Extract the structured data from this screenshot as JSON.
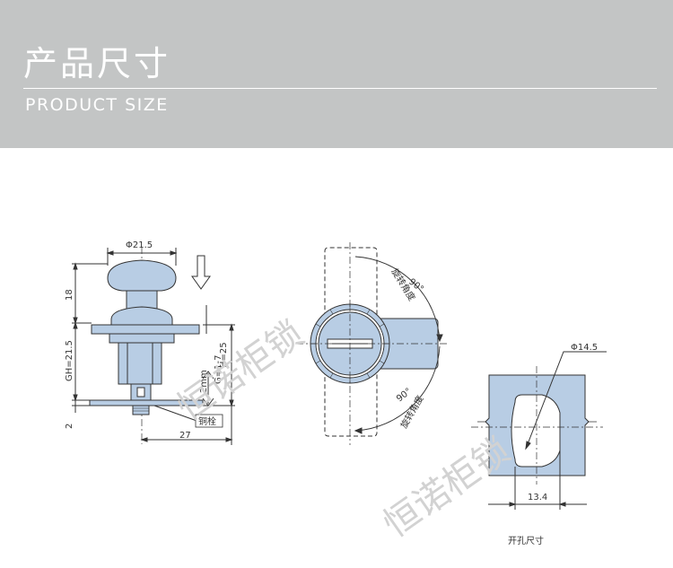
{
  "header": {
    "title_cn": "产品尺寸",
    "title_en": "PRODUCT SIZE"
  },
  "side_view": {
    "dim_top_diameter": "Φ21.5",
    "dim_top_height": "18",
    "dim_gh": "GH=21.5",
    "dim_bottom": "2",
    "dim_g": "G=1-7",
    "dim_h": "H=25",
    "dim_2mm": "2mm",
    "dim_width": "27",
    "label_bolt": "铜栓"
  },
  "front_view": {
    "angle_top": "90°",
    "rotation_top": "旋转角度",
    "angle_bottom": "90°",
    "rotation_bottom": "旋转角度"
  },
  "cutout_view": {
    "dim_diameter": "Φ14.5",
    "dim_width": "13.4",
    "caption": "开孔尺寸"
  },
  "watermark": {
    "text_1": "恒诺柜锁",
    "text_2": "恒诺柜锁"
  },
  "colors": {
    "header_bg": "#c3c5c5",
    "part_fill": "#b8cde4",
    "line": "#333333"
  }
}
